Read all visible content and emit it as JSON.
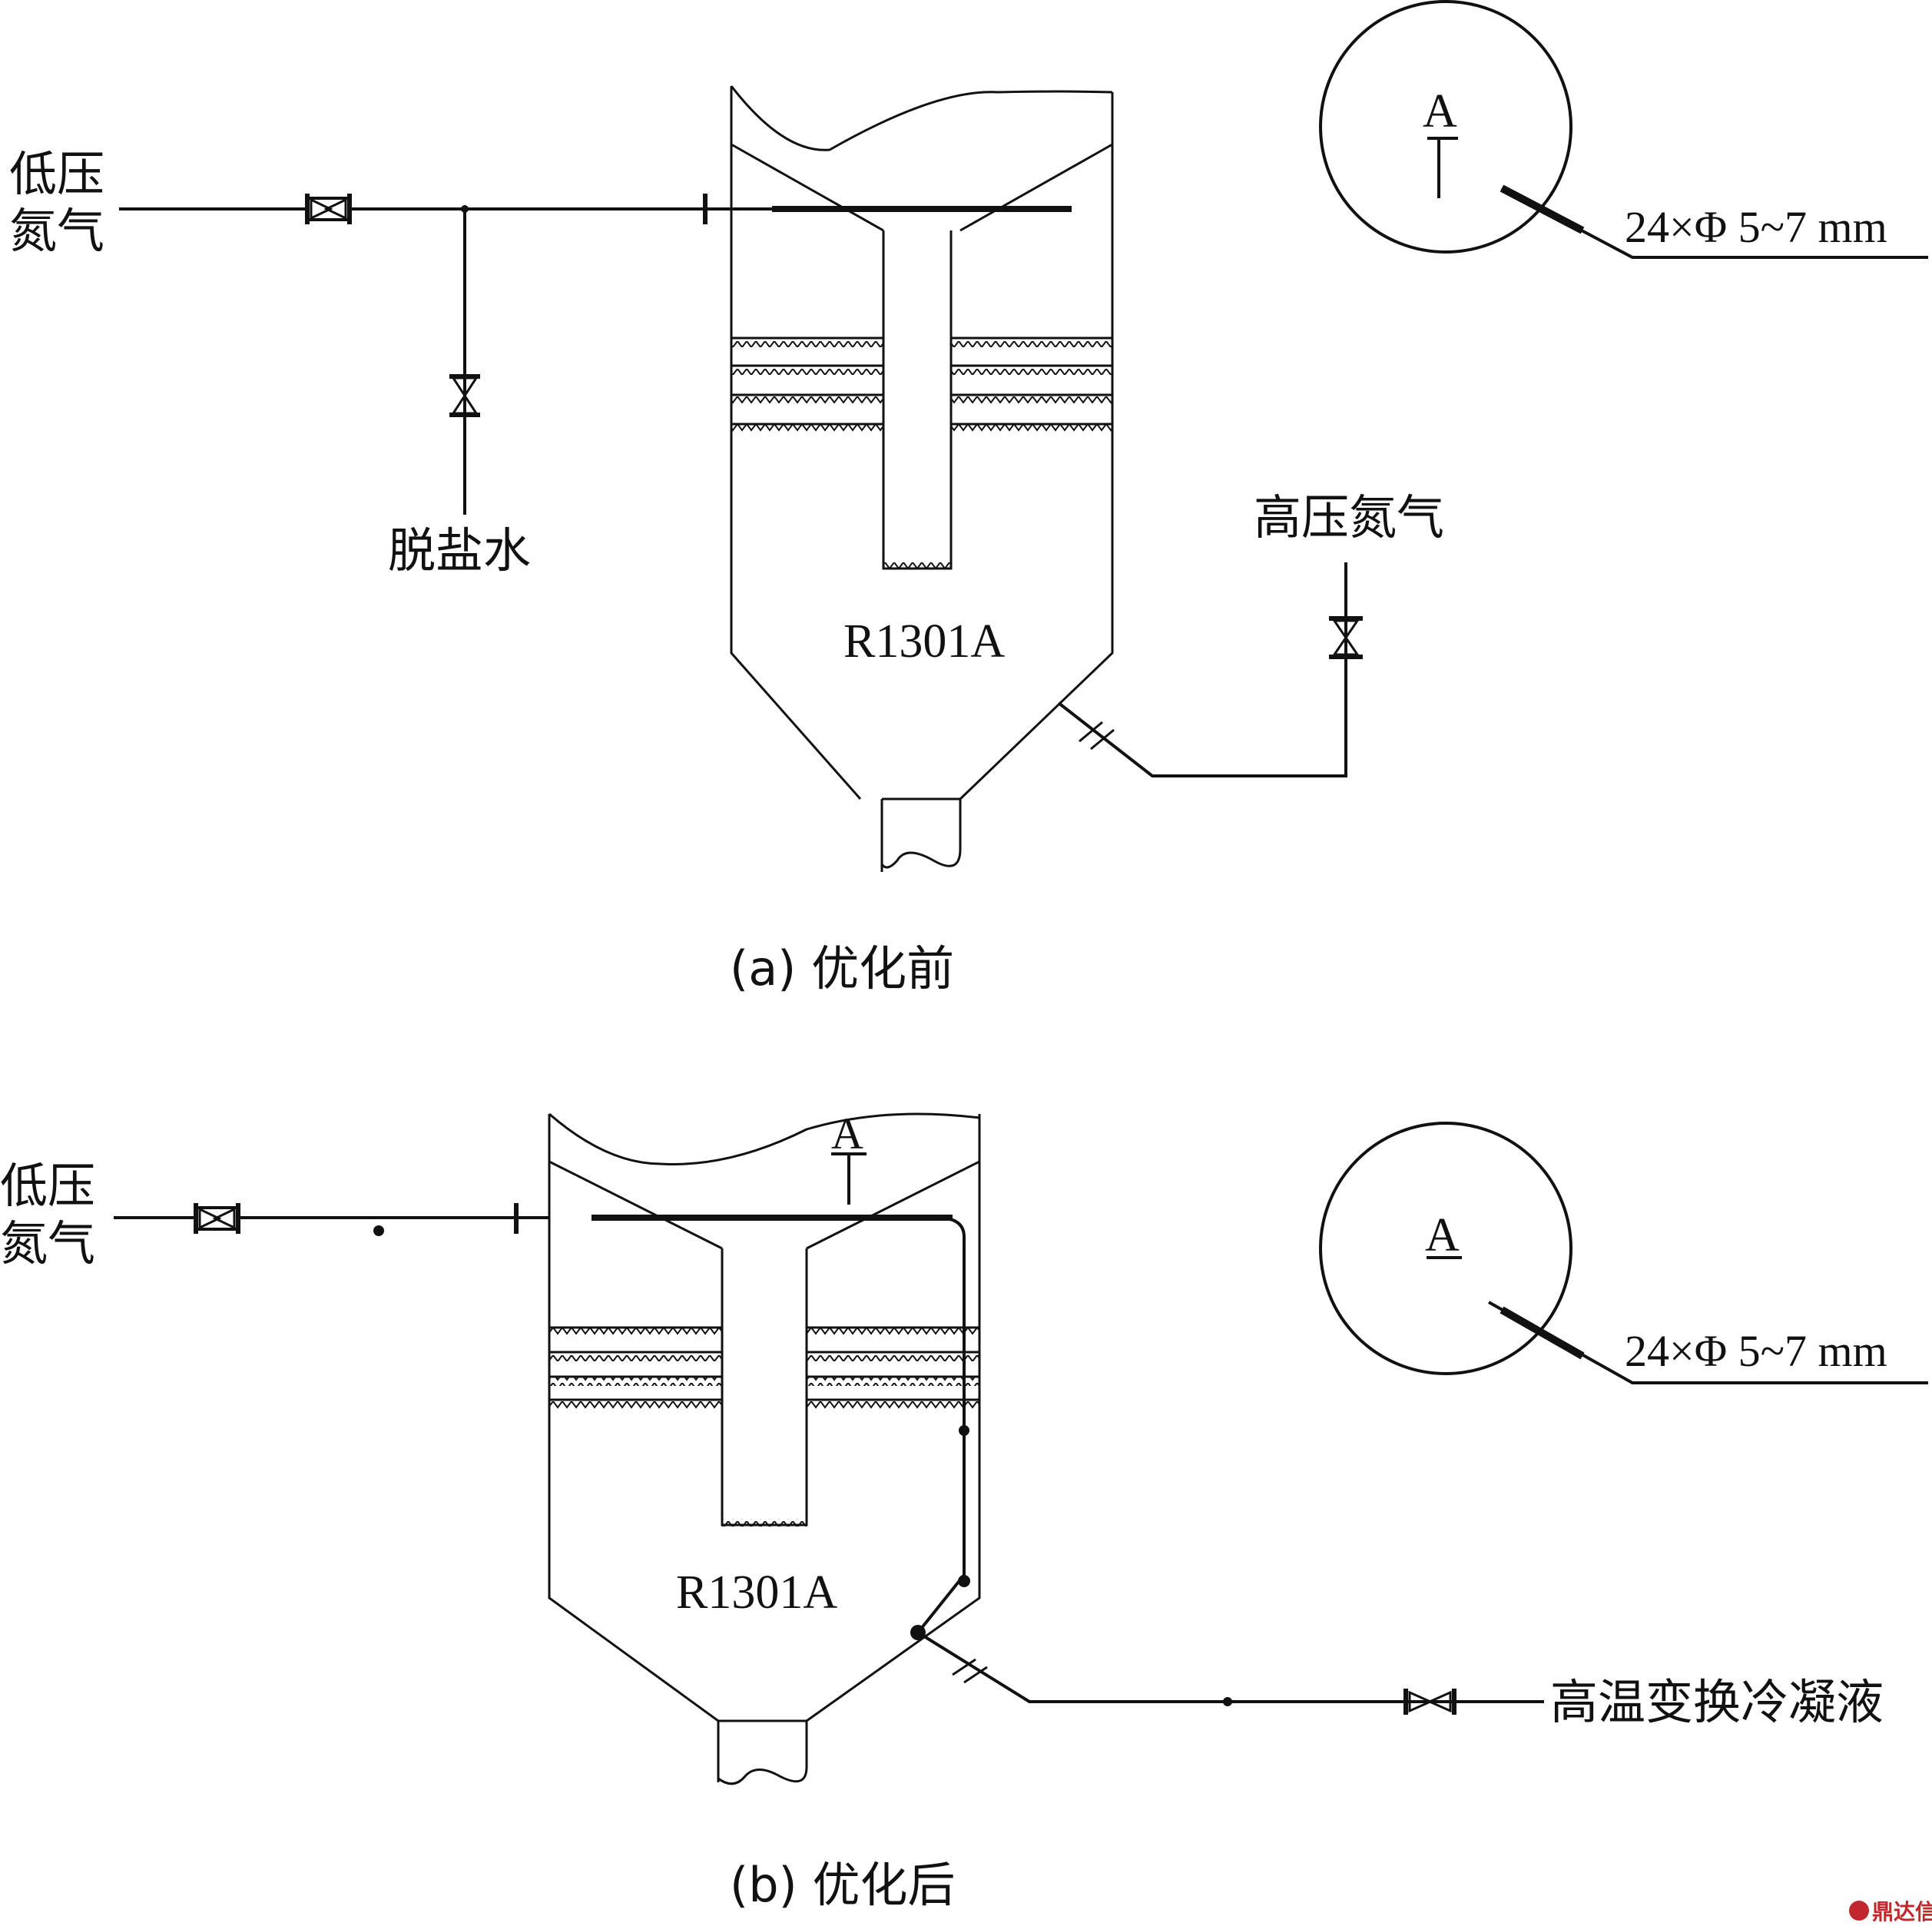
{
  "panel_a": {
    "caption": "(a) 优化前",
    "inlet_low_pressure_n2": [
      "低压",
      "氮气"
    ],
    "desalted_water": "脱盐水",
    "high_pressure_n2": "高压氮气",
    "reactor_tag": "R1301A",
    "detail_marker": "A",
    "nozzle_spec": "24×Φ 5~7 mm"
  },
  "panel_b": {
    "caption": "(b) 优化后",
    "inlet_low_pressure_n2": [
      "低压",
      "氮气"
    ],
    "condensate": "高温变换冷凝液",
    "reactor_tag": "R1301A",
    "detail_marker_top": "A",
    "detail_marker": "A",
    "nozzle_spec": "24×Φ 5~7 mm"
  },
  "watermark": "鼎达信"
}
